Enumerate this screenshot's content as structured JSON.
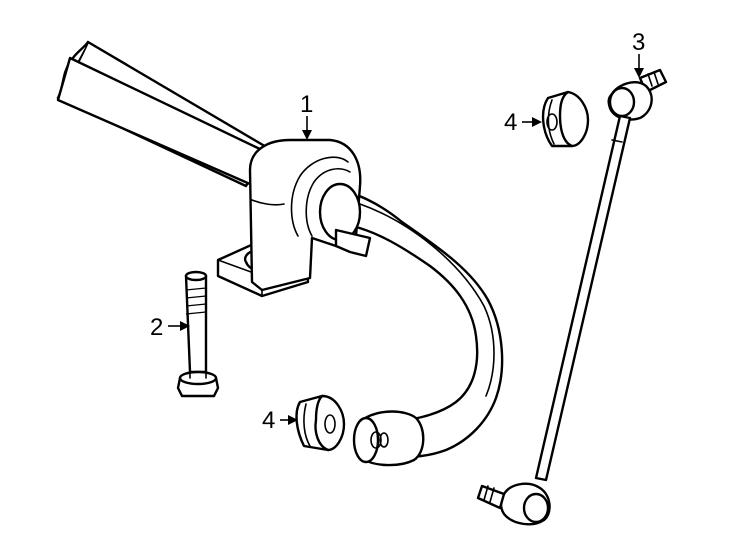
{
  "diagram": {
    "callouts": [
      {
        "id": "1",
        "label": "1",
        "part": "stabilizer-bar-bushing-bracket"
      },
      {
        "id": "2",
        "label": "2",
        "part": "bolt"
      },
      {
        "id": "3",
        "label": "3",
        "part": "stabilizer-link"
      },
      {
        "id": "4a",
        "label": "4",
        "part": "bushing-upper"
      },
      {
        "id": "4b",
        "label": "4",
        "part": "bushing-lower"
      }
    ],
    "colors": {
      "line": "#000000",
      "background": "#ffffff"
    }
  }
}
